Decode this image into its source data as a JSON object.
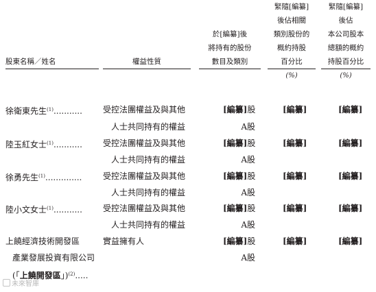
{
  "headers": {
    "holder": "股東名稱／姓名",
    "nature": "權益性質",
    "shares": [
      "於[編纂]後",
      "將持有的股份",
      "數目及類別"
    ],
    "pct_class": [
      "緊隨[編纂]",
      "後佔相關",
      "類別股份的",
      "概約持股",
      "百分比"
    ],
    "pct_total": [
      "緊隨[編纂]",
      "後佔",
      "本公司股本",
      "總額的概約",
      "持股百分比"
    ],
    "pct_unit": "(%)"
  },
  "rows": [
    {
      "name": "徐衛東先生",
      "sup": "(1)",
      "dots": "...........",
      "nature": [
        "受控法團權益及與其他",
        "人士共同持有的權益"
      ],
      "shares_value": "[編纂]",
      "shares_suffix": "股",
      "shares_class": "A股",
      "pct_class": "[編纂]",
      "pct_total": "[編纂]"
    },
    {
      "name": "陸玉紅女士",
      "sup": "(1)",
      "dots": "...........",
      "nature": [
        "受控法團權益及與其他",
        "人士共同持有的權益"
      ],
      "shares_value": "[編纂]",
      "shares_suffix": "股",
      "shares_class": "A股",
      "pct_class": "[編纂]",
      "pct_total": "[編纂]"
    },
    {
      "name": "徐勇先生",
      "sup": "(1)",
      "dots": "..............",
      "nature": [
        "受控法團權益及與其他",
        "人士共同持有的權益"
      ],
      "shares_value": "[編纂]",
      "shares_suffix": "股",
      "shares_class": "A股",
      "pct_class": "[編纂]",
      "pct_total": "[編纂]"
    },
    {
      "name": "陸小文女士",
      "sup": "(1)",
      "dots": "...........",
      "nature": [
        "受控法團權益及與其他",
        "人士共同持有的權益"
      ],
      "shares_value": "[編纂]",
      "shares_suffix": "股",
      "shares_class": "A股",
      "pct_class": "[編纂]",
      "pct_total": "[編纂]"
    }
  ],
  "last_row": {
    "name_lines": [
      "上饒經濟技術開發區",
      "產業發展投資有限公司"
    ],
    "name_open": "(「",
    "name_bold": "上饒開發區",
    "name_close": "」)",
    "sup": "(2)",
    "dots": ".....",
    "nature": "實益擁有人",
    "shares_value": "[編纂]",
    "shares_suffix": "股",
    "shares_class": "A股",
    "pct_class": "[編纂]",
    "pct_total": "[編纂]"
  },
  "watermark": "未來智庫"
}
